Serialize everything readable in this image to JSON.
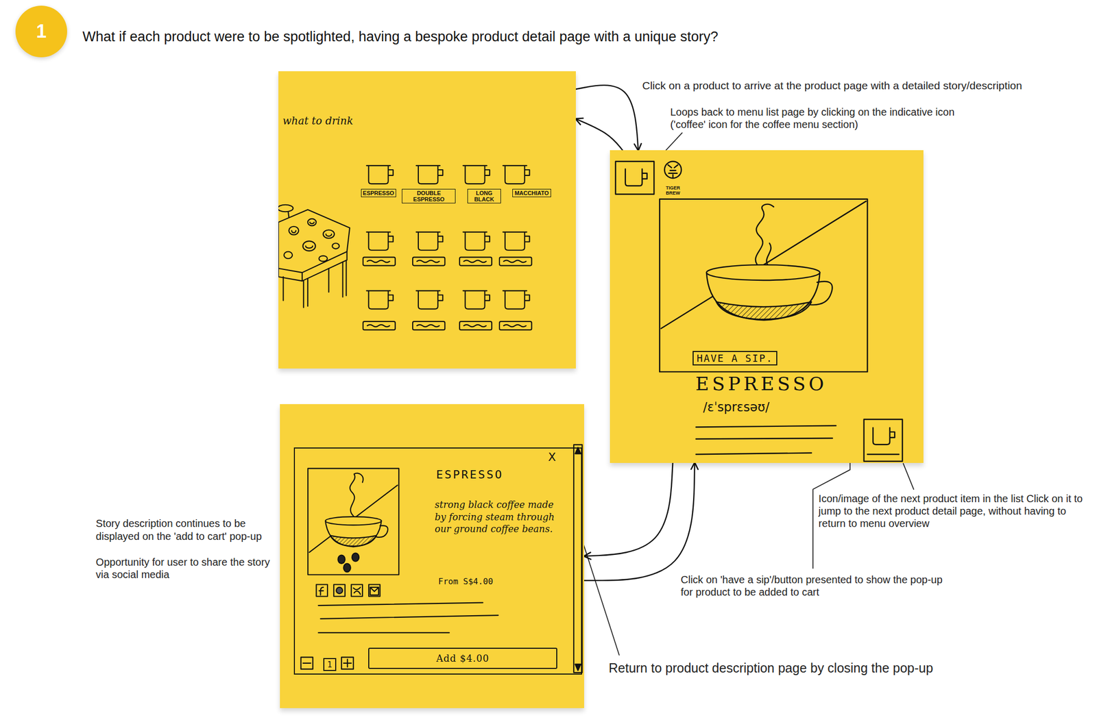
{
  "diagram": {
    "title": "What if each product were to be spotlighted, having a bespoke product detail page with a unique story?",
    "nodes": [
      {
        "text": [
          "1"
        ]
      },
      {
        "text": [
          "what to drink"
        ]
      },
      {
        "text": [
          "ESPRESSO"
        ],
        "in": 1
      },
      {
        "text": [
          "DOUBLE ESPRESSO"
        ],
        "in": 1
      },
      {
        "text": [
          "LONG BLACK"
        ],
        "in": 1
      },
      {
        "text": [
          "MACCHIATO"
        ],
        "in": 1
      },
      {
        "text": [
          "TIGER BREW",
          "ESPRESSO",
          "/ɛˈsprɛsəʊ/"
        ]
      },
      {
        "text": [
          "HAVE A SIP."
        ],
        "in": 6
      },
      {
        "text": []
      },
      {
        "text": [
          "X",
          "ESPRESSO",
          "strong black coffee made by forcing steam through our ground coffee beans.",
          "From S$4.00"
        ],
        "in": 8
      },
      {
        "text": [
          "1"
        ],
        "in": 9
      },
      {
        "text": [
          "Add $4.00"
        ],
        "in": 9
      }
    ],
    "edges": [
      {
        "from": 1,
        "to": 6,
        "arrow": "to"
      },
      {
        "from": 6,
        "to": 1,
        "arrow": "to"
      },
      {
        "from": 6,
        "to": 8,
        "arrow": "to"
      },
      {
        "from": 8,
        "to": 6,
        "arrow": "to"
      }
    ],
    "labels": [
      "Click on a product to arrive at the product page with a detailed story/description",
      "Loops back to menu list page by clicking on the indicative icon ('coffee' icon for the coffee menu section)",
      "Icon/image of the next product item in the list Click on it to jump to the next product detail page, without having to return to menu overview",
      "Click on 'have a sip'/button presented to show the pop-up for product to be added to cart",
      "Return to product description page by closing the pop-up",
      "Story description continues to be displayed on the 'add to cart' pop-up",
      "Opportunity for user to share the story via social media"
    ]
  }
}
